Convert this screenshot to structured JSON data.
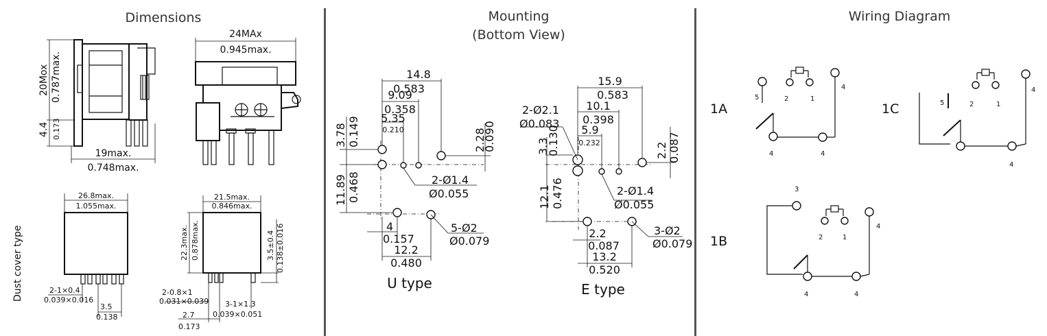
{
  "titles": {
    "dimensions": "Dimensions",
    "mounting_1": "Mounting",
    "mounting_2": "(Bottom View)",
    "wiring": "Wiring Diagram"
  },
  "dimensions": {
    "height_mm": "20Mox",
    "height_in": "0.787max.",
    "pin_mm": "4.4",
    "pin_in": "0.173",
    "width_mm": "19max.",
    "width_in": "0.748max.",
    "top_mm": "24MAx",
    "top_in": "0.945max.",
    "dust_cover_label": "Dust cover type",
    "dc1_w_mm": "26.8max.",
    "dc1_w_in": "1.055max.",
    "dc1_pin_mm": "2-1×0.4",
    "dc1_pin_in": "0.039×0.016",
    "dc1_pitch_mm": "3.5",
    "dc1_pitch_in": "0.138",
    "dc2_w_mm": "21.5max.",
    "dc2_w_in": "0.846max.",
    "dc2_h_mm": "22.3max.",
    "dc2_h_in": "0.878max.",
    "dc2_pin_mm": "3.5±0.4",
    "dc2_pin_in": "0.138±0.016",
    "dc2_p1_mm": "2-0.8×1",
    "dc2_p1_in": "0.031×0.039",
    "dc2_p2_mm": "3-1×1.3",
    "dc2_p2_in": "0.039×0.051",
    "dc2_p3_mm": "2.7",
    "dc2_p3_in": "0.173"
  },
  "u_type": {
    "label": "U type",
    "d148": "14.8",
    "d0583": "0.583",
    "d909": "9.09",
    "d0358": "0.358",
    "d535": "5.35",
    "d0210": "0.210",
    "d378": "3.78",
    "d0149": "0.149",
    "d228": "2.28",
    "d0090": "0.090",
    "d1189": "11.89",
    "d0468": "0.468",
    "hole14_mm": "2-Ø1.4",
    "hole14_in": "Ø0.055",
    "hole2_mm": "5-Ø2",
    "hole2_in": "Ø0.079",
    "d4": "4",
    "d0157": "0.157",
    "d122": "12.2",
    "d0480": "0.480"
  },
  "e_type": {
    "label": "E type",
    "d159": "15.9",
    "d0583": "0.583",
    "d101": "10.1",
    "d0398": "0.398",
    "d59": "5.9",
    "d0232": "0.232",
    "hole21_mm": "2-Ø2.1",
    "hole21_in": "Ø0.083",
    "d33": "3.3",
    "d0130": "0.130",
    "d22v": "2.2",
    "d0087v": "0.087",
    "d121": "12.1",
    "d0476": "0.476",
    "hole14_mm": "2-Ø1.4",
    "hole14_in": "Ø0.055",
    "hole2_mm": "3-Ø2",
    "hole2_in": "Ø0.079",
    "d22h": "2.2",
    "d0087h": "0.087",
    "d132": "13.2",
    "d0520": "0.520"
  },
  "wiring": {
    "1A": {
      "label": "1A",
      "pins": [
        "5",
        "2",
        "1",
        "4",
        "4",
        "4"
      ]
    },
    "1B": {
      "label": "1B",
      "pins": [
        "3",
        "2",
        "1",
        "4",
        "4",
        "4"
      ]
    },
    "1C": {
      "label": "1C",
      "pins": [
        "5",
        "2",
        "1",
        "4",
        "4"
      ]
    }
  }
}
